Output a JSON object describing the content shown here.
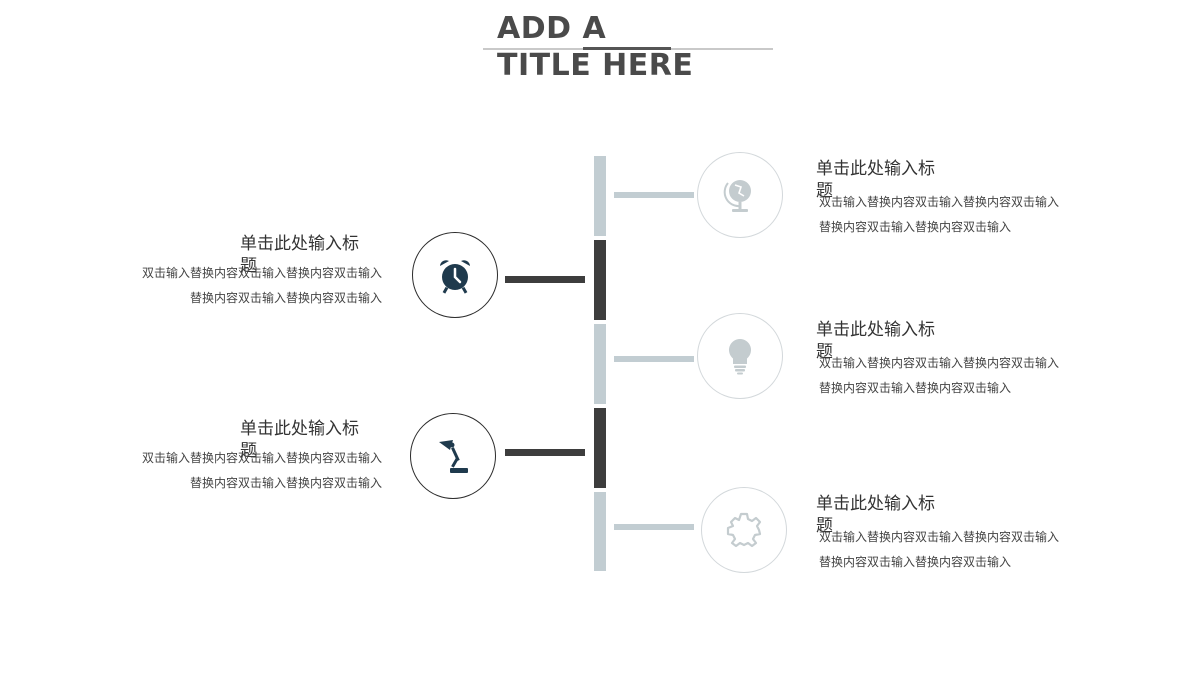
{
  "title": "ADD A TITLE HERE",
  "colors": {
    "dark": "#3d3d3d",
    "light": "#c2cdd2",
    "icon_dark": "#1f3a4d",
    "icon_light": "#c4cccf"
  },
  "items_left": [
    {
      "icon": "alarm-clock-icon",
      "title": "单击此处输入标题",
      "desc_line1": "双击输入替换内容双击输入替换内容双击输入",
      "desc_line2": "替换内容双击输入替换内容双击输入"
    },
    {
      "icon": "desk-lamp-icon",
      "title": "单击此处输入标题",
      "desc_line1": "双击输入替换内容双击输入替换内容双击输入",
      "desc_line2": "替换内容双击输入替换内容双击输入"
    }
  ],
  "items_right": [
    {
      "icon": "globe-icon",
      "title": "单击此处输入标题",
      "desc_line1": "双击输入替换内容双击输入替换内容双击输入",
      "desc_line2": "替换内容双击输入替换内容双击输入"
    },
    {
      "icon": "lightbulb-icon",
      "title": "单击此处输入标题",
      "desc_line1": "双击输入替换内容双击输入替换内容双击输入",
      "desc_line2": "替换内容双击输入替换内容双击输入"
    },
    {
      "icon": "gear-icon",
      "title": "单击此处输入标题",
      "desc_line1": "双击输入替换内容双击输入替换内容双击输入",
      "desc_line2": "替换内容双击输入替换内容双击输入"
    }
  ]
}
